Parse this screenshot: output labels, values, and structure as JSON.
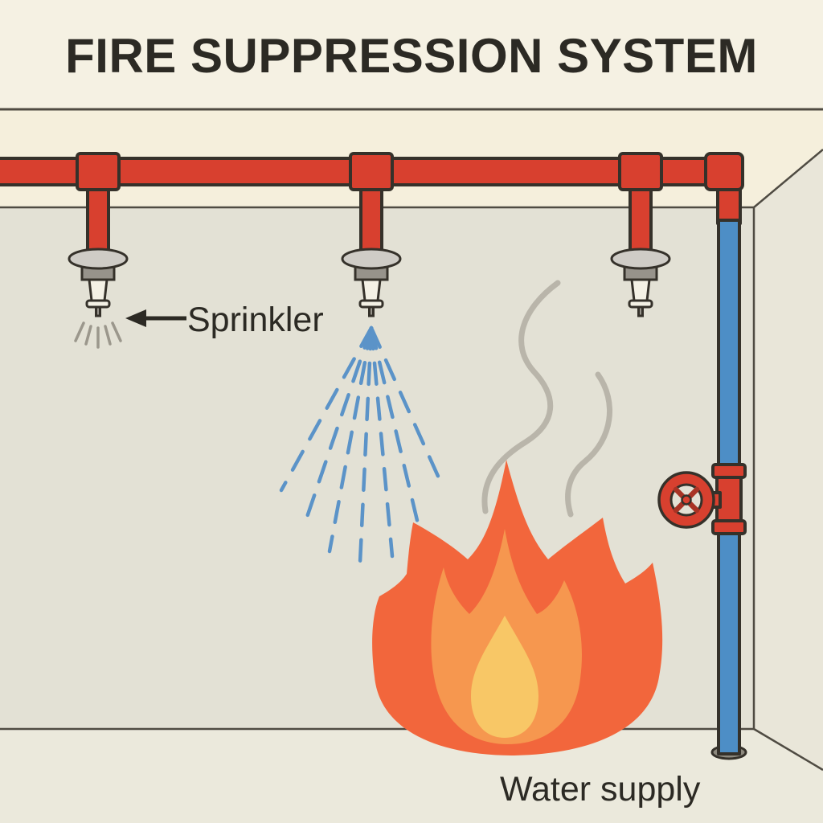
{
  "diagram": {
    "title": "FIRE SUPPRESSION SYSTEM",
    "labels": {
      "sprinkler": "Sprinkler",
      "water_supply": "Water supply"
    }
  },
  "colors": {
    "background": "#f5f1e3",
    "ceiling": "#f5efdc",
    "wall": "#e3e1d5",
    "side_wall": "#e9e6d9",
    "floor": "#ebe9dc",
    "line": "#4f4b42",
    "outline": "#35312a",
    "pipe_red": "#d8402f",
    "pipe_blue": "#4d8ec6",
    "spray_blue": "#5b93c8",
    "smoke_gray": "#b9b5aa",
    "flame_outer": "#f2663c",
    "flame_mid": "#f6974f",
    "flame_core": "#f8c766",
    "sprinkler_cap": "#cfccc6",
    "sprinkler_collar": "#97938b",
    "sprinkler_body": "#f4f1e5",
    "mist_gray": "#9b978c",
    "flange_gray": "#8d897e",
    "text": "#2c2a24"
  }
}
